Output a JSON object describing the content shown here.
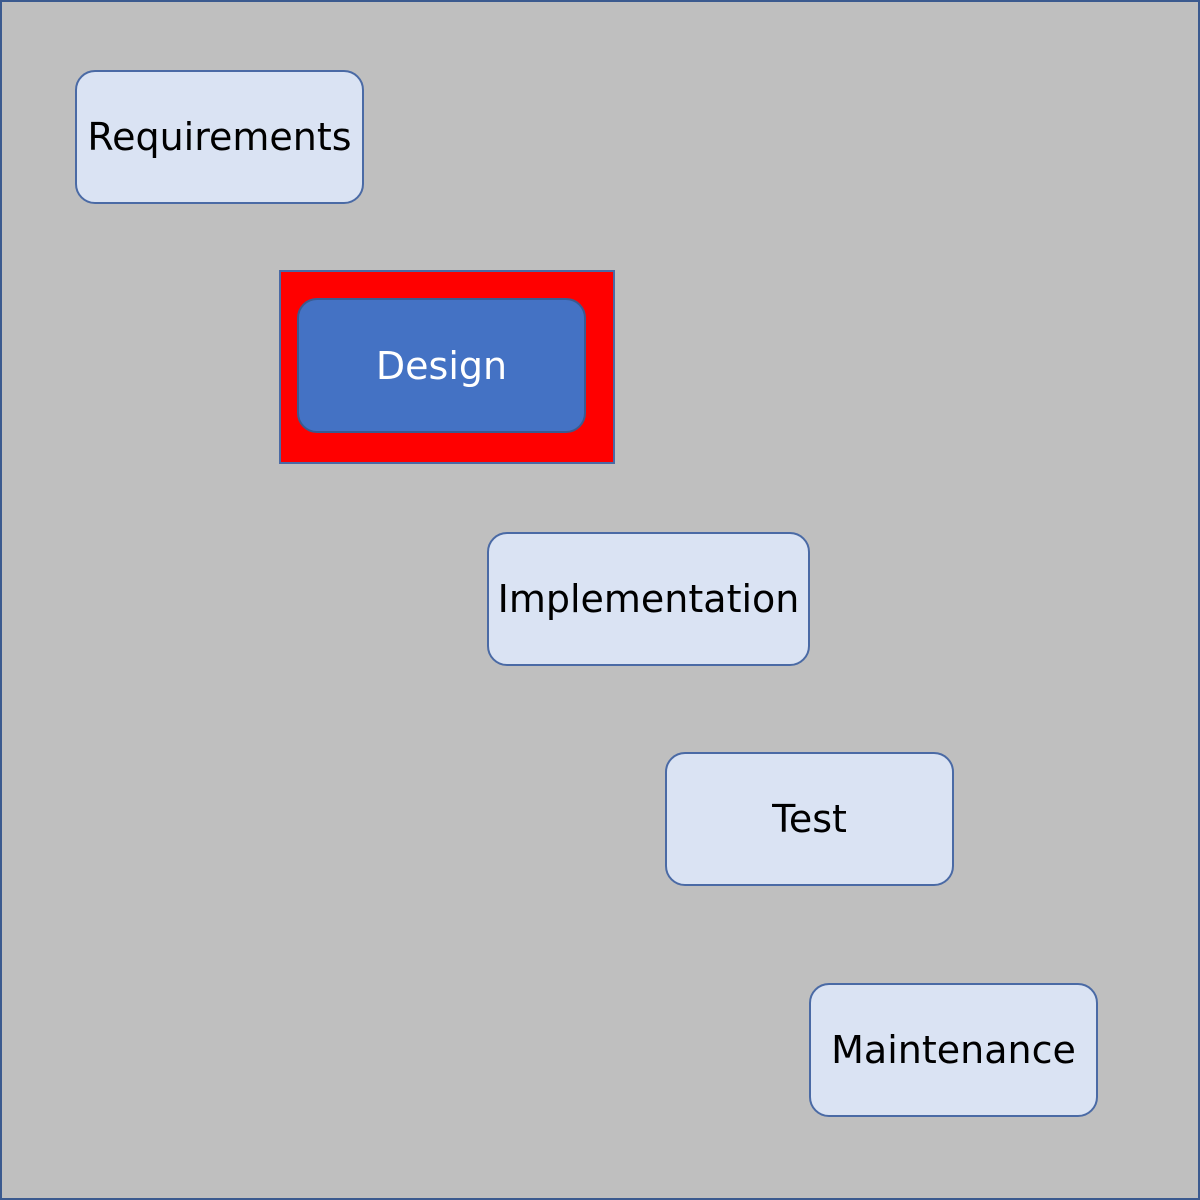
{
  "diagram": {
    "stages": [
      {
        "label": "Requirements",
        "active": false
      },
      {
        "label": "Design",
        "active": true
      },
      {
        "label": "Implementation",
        "active": false
      },
      {
        "label": "Test",
        "active": false
      },
      {
        "label": "Maintenance",
        "active": false
      }
    ],
    "highlight_color": "#ff0000",
    "active_color": "#4472c4",
    "inactive_color": "#dae3f3",
    "background_color": "#bfbfbf"
  }
}
